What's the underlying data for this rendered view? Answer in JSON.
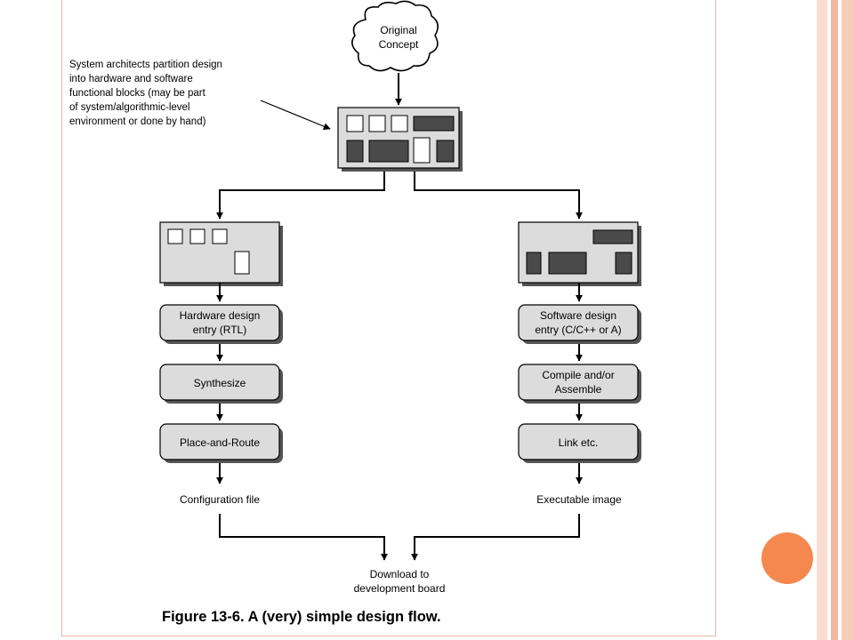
{
  "slide": {
    "accent_color": "#f5884f",
    "stripe_colors": [
      "#f9ddd0",
      "#f2b9a0",
      "#f7cdb8"
    ]
  },
  "diagram": {
    "cloud_label": [
      "Original",
      "Concept"
    ],
    "annotation": [
      "System architects partition design",
      "into hardware and software",
      "functional blocks (may be part",
      "of system/algorithmic-level",
      "environment or done by hand)"
    ],
    "hardware_steps": [
      [
        "Hardware design",
        "entry (RTL)"
      ],
      [
        "Synthesize"
      ],
      [
        "Place-and-Route"
      ]
    ],
    "software_steps": [
      [
        "Software design",
        "entry (C/C++ or A)"
      ],
      [
        "Compile and/or",
        "Assemble"
      ],
      [
        "Link etc."
      ]
    ],
    "hardware_output": "Configuration file",
    "software_output": "Executable image",
    "final_label": [
      "Download to",
      "development board"
    ],
    "caption": "Figure 13-6. A (very) simple design flow."
  }
}
